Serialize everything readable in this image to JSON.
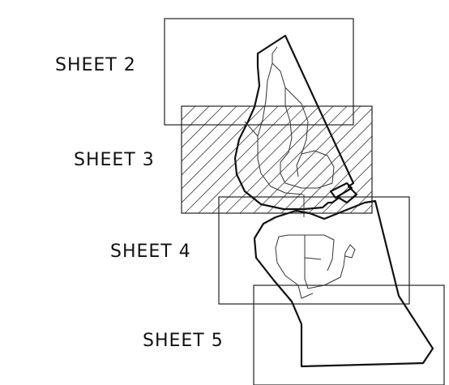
{
  "diagram": {
    "sheets": [
      {
        "id": "sheet-2",
        "label": "SHEET 2"
      },
      {
        "id": "sheet-3",
        "label": "SHEET 3",
        "highlighted": true
      },
      {
        "id": "sheet-4",
        "label": "SHEET 4"
      },
      {
        "id": "sheet-5",
        "label": "SHEET 5"
      }
    ],
    "colors": {
      "line": "#111111",
      "background": "#ffffff"
    }
  }
}
